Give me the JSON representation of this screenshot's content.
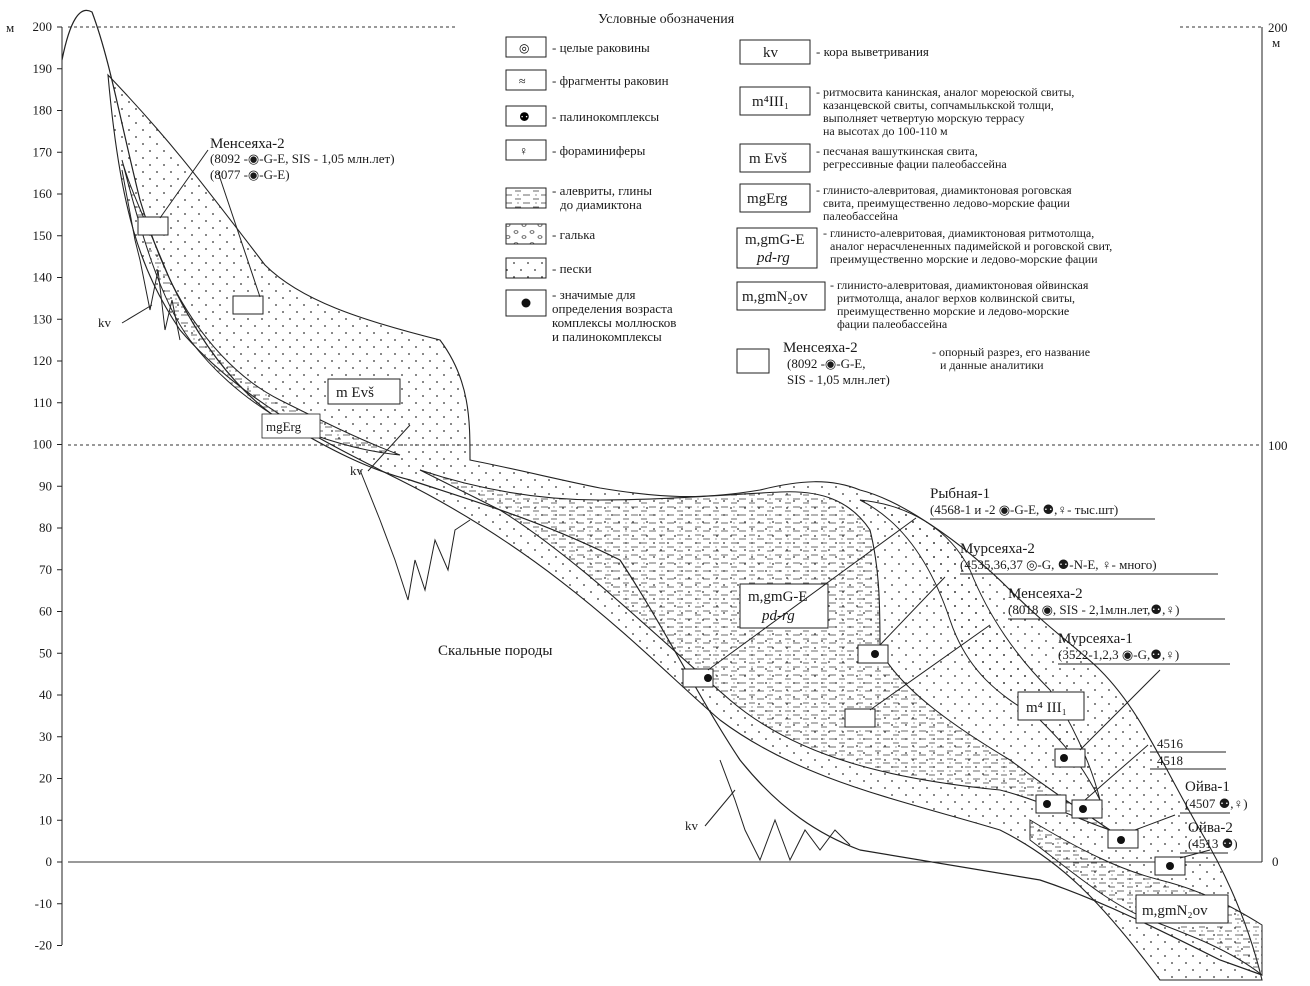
{
  "axis": {
    "unit_left": "м",
    "unit_right": "м",
    "ticks": [
      "200",
      "190",
      "180",
      "170",
      "160",
      "150",
      "140",
      "130",
      "120",
      "110",
      "100",
      "90",
      "80",
      "70",
      "60",
      "50",
      "40",
      "30",
      "20",
      "10",
      "0",
      "-10",
      "-20"
    ],
    "right_ticks": [
      "200",
      "100",
      "0"
    ]
  },
  "legend": {
    "title": "Условные обозначения",
    "left": [
      {
        "icon": "whole-shell-icon",
        "text": "- целые раковины"
      },
      {
        "icon": "shell-fragment-icon",
        "text": "- фрагменты раковин"
      },
      {
        "icon": "palynocomplex-icon",
        "text": "- палинокомплексы"
      },
      {
        "icon": "foraminifera-icon",
        "text": "- фораминиферы"
      },
      {
        "icon": "silt-clay-pattern-icon",
        "text": "- алевриты, глины",
        "text2": "до диамиктона"
      },
      {
        "icon": "pebble-pattern-icon",
        "text": "- галька"
      },
      {
        "icon": "sand-pattern-icon",
        "text": "- пески"
      },
      {
        "icon": "significant-dot-icon",
        "text": "- значимые для",
        "text2": "определения возраста",
        "text3": "комплексы моллюсков",
        "text4": "и палинокомплексы"
      }
    ],
    "right": [
      {
        "box": "kv",
        "lines": [
          "- кора выветривания"
        ]
      },
      {
        "box": "m⁴III₁",
        "lines": [
          "- ритмосвита канинская, аналог мореюской свиты,",
          "казанцевской свиты, сопчамылькской толщи,",
          "выполняет четвертую морскую террасу",
          "на высотах до 100-110  м"
        ]
      },
      {
        "box": "m Evš",
        "lines": [
          "- песчаная вашуткинская свита,",
          "регрессивные фации палеобассейна"
        ]
      },
      {
        "box": "mgErg",
        "lines": [
          "- глинисто-алевритовая, диамиктоновая роговская",
          "свита, преимущественно ледово-морские фации",
          "палеобассейна"
        ]
      },
      {
        "box": "m,gmG-E",
        "box2": "pd-rg",
        "lines": [
          "- глинисто-алевритовая, диамиктоновая ритмотолща,",
          "аналог нерасчлененных падимейской и роговской свит,",
          "преимущественно морские и ледово-морские фации"
        ]
      },
      {
        "box": "m,gmN₂ov",
        "lines": [
          "- глинисто-алевритовая, диамиктоновая ойвинская",
          "ритмотолща, аналог верхов колвинской свиты,",
          "преимущественно морские и ледово-морские",
          "фации палеобассейна"
        ]
      }
    ],
    "section": {
      "name": "Менсеяха-2",
      "line1": "(8092 -◉-G-E,",
      "line2": "SIS - 1,05 млн.лет)",
      "desc1": "- опорный разрез, его название",
      "desc2": "и данные аналитики"
    }
  },
  "units": {
    "mEvs": "m Evš",
    "mgErg": "mgErg",
    "mgmGE": "m,gmG-E",
    "mgmGE2": "pd-rg",
    "m4III": "m⁴ III₁",
    "mgmN2ov": "m,gmN₂ov",
    "rocks": "Скальные породы",
    "kv": "kv"
  },
  "sections": {
    "mens2_title": "Менсеяха-2",
    "mens2_l1": "(8092 -◉-G-E, SIS - 1,05 млн.лет)",
    "mens2_l2": "(8077 -◉-G-E)",
    "ryb_title": "Рыбная-1",
    "ryb_l1": "(4568-1 и -2 ◉-G-E, ⚉,♀- тыс.шт)",
    "murs2_title": "Мурсеяха-2",
    "murs2_l1": "(4535,36,37 ◎-G, ⚉-N-E, ♀- много)",
    "mens2b_title": "Менсеяха-2",
    "mens2b_l1": "(8018 ◉, SIS - 2,1млн.лет,⚉,♀)",
    "murs1_title": "Мурсеяха-1",
    "murs1_l1": "(3522-1,2,3 ◉-G,⚉,♀)",
    "n4516": "4516",
    "n4518": "4518",
    "oiva1_title": "Ойва-1",
    "oiva1_l1": "(4507 ⚉,♀)",
    "oiva2_title": "Ойва-2",
    "oiva2_l1": "(4513 ⚉)"
  }
}
